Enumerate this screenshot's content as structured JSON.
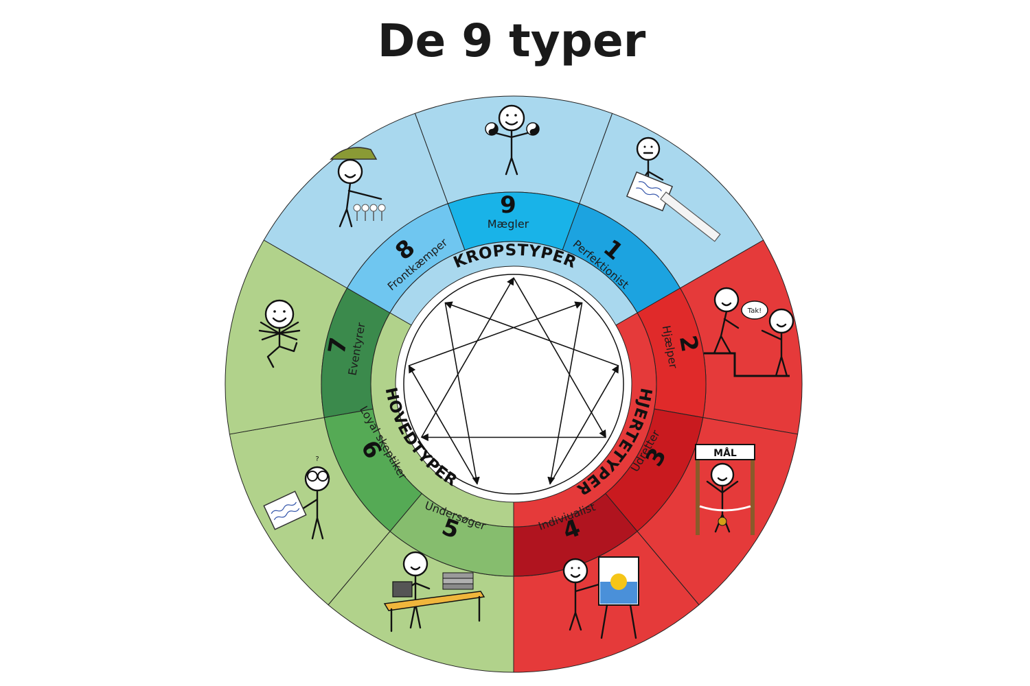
{
  "title": "De 9 typer",
  "groups": {
    "kropstyper": "KROPSTYPER",
    "hjertetyper": "HJERTETYPER",
    "hovedtyper": "HOVEDTYPER"
  },
  "types": [
    {
      "number": "1",
      "name": "Perfektionist"
    },
    {
      "number": "2",
      "name": "Hjælper"
    },
    {
      "number": "3",
      "name": "Udretter"
    },
    {
      "number": "4",
      "name": "Indiviualist"
    },
    {
      "number": "5",
      "name": "Undersøger"
    },
    {
      "number": "6",
      "name": "Loyal skeptiker"
    },
    {
      "number": "7",
      "name": "Eventyrer"
    },
    {
      "number": "8",
      "name": "Frontkæmper"
    },
    {
      "number": "9",
      "name": "Mægler"
    }
  ],
  "speech_bubble": "Tak!",
  "goal_sign": "MÅL",
  "colors": {
    "body_outer": "#a9d8ee",
    "body_mid": [
      "#1ca3e0",
      "#19b3e8",
      "#6fc6f0"
    ],
    "heart_outer": "#e53a3a",
    "heart_mid": [
      "#e02a2a",
      "#c91a1f",
      "#b0141f"
    ],
    "head_outer": "#b1d28b",
    "head_mid": [
      "#86bd6e",
      "#55aa55",
      "#3b8a4c"
    ],
    "inner_ring_body": "#a9d8ee",
    "inner_ring_heart": "#e53a3a",
    "inner_ring_head": "#b1d28b"
  }
}
